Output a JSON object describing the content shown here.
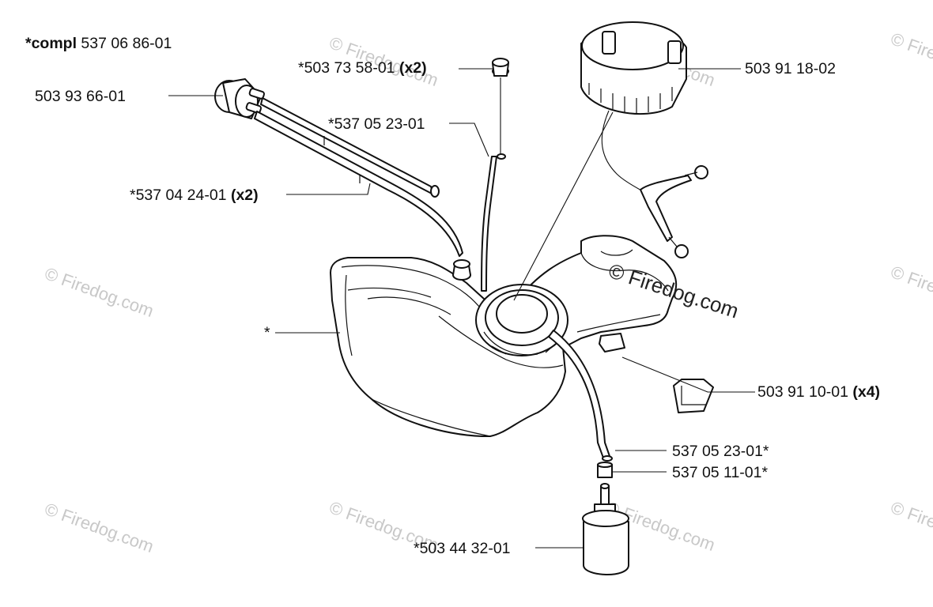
{
  "title": {
    "prefix": "*compl",
    "number": " 537 06 86-01"
  },
  "callouts": [
    {
      "id": "primer-bulb",
      "text": "503 93 66-01",
      "suffix": ""
    },
    {
      "id": "grommet",
      "text": "*503 73 58-01 ",
      "suffix": "(x2)"
    },
    {
      "id": "fuel-cap",
      "text": "503 91 18-02",
      "suffix": ""
    },
    {
      "id": "return-hose",
      "text": "*537 05 23-01",
      "suffix": ""
    },
    {
      "id": "hoses",
      "text": "*537 04 24-01 ",
      "suffix": "(x2)"
    },
    {
      "id": "tank",
      "text": "*",
      "suffix": ""
    },
    {
      "id": "rubber-mount",
      "text": "503 91 10-01 ",
      "suffix": "(x4)"
    },
    {
      "id": "fuel-hose",
      "text": "537 05 23-01*",
      "suffix": ""
    },
    {
      "id": "fitting",
      "text": "537 05 11-01*",
      "suffix": ""
    },
    {
      "id": "fuel-filter",
      "text": "*503 44 32-01",
      "suffix": ""
    }
  ],
  "watermarks": {
    "main": "© Firedog.com",
    "faint": "© Firedog.com"
  }
}
